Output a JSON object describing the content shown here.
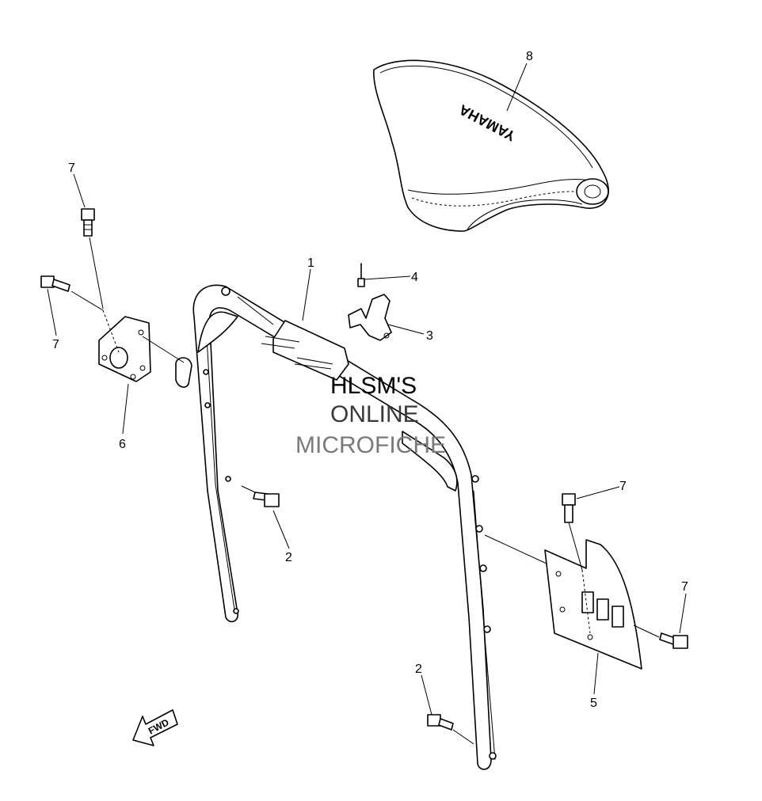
{
  "seat_brand": "YAMAHA",
  "fwd_label": "FWD",
  "watermark": {
    "line1": "HLSM'S",
    "line2": "ONLINE",
    "line3": "MICROFICHE"
  },
  "callouts": {
    "handle_pole": "1",
    "bolt_upper_left": "2",
    "bolt_lower_right": "2",
    "clip": "3",
    "rivet": "4",
    "plate_right": "5",
    "bracket_left": "6",
    "bolt_7_top_left": "7",
    "bolt_7_mid_left": "7",
    "bolt_7_right_top": "7",
    "bolt_7_right_side": "7",
    "seat": "8"
  }
}
